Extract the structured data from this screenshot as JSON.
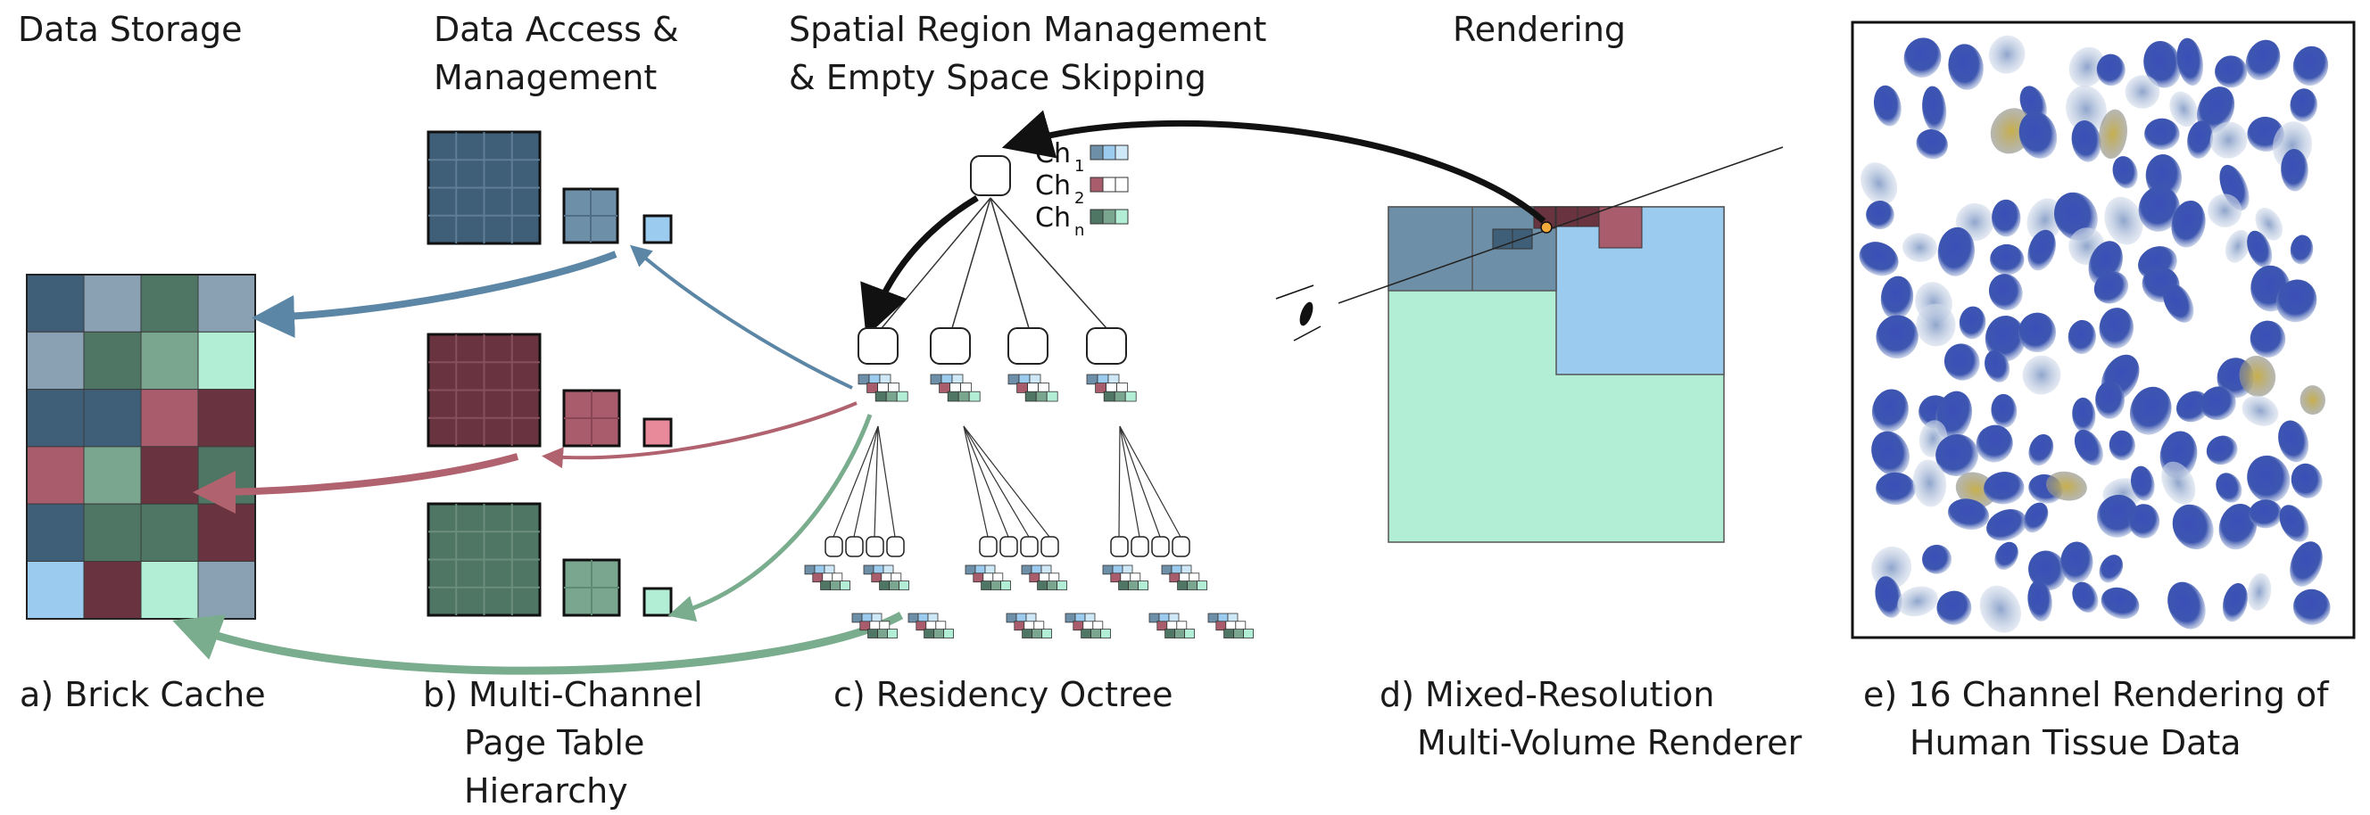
{
  "headers": {
    "storage": "Data Storage",
    "access": [
      "Data Access &",
      "Management"
    ],
    "spatial": [
      "Spatial Region Management",
      "& Empty Space Skipping"
    ],
    "rendering": "Rendering"
  },
  "captions": {
    "a": "a) Brick Cache",
    "b": [
      "b) Multi-Channel",
      "Page Table",
      "Hierarchy"
    ],
    "c": "c) Residency Octree",
    "d": [
      "d) Mixed-Resolution",
      "Multi-Volume Renderer"
    ],
    "e": [
      "e) 16 Channel Rendering of",
      "Human Tissue Data"
    ]
  },
  "channels": [
    {
      "name": "Ch",
      "sub": "1"
    },
    {
      "name": "Ch",
      "sub": "2"
    },
    {
      "name": "Ch",
      "sub": "n"
    }
  ],
  "colors": {
    "blue_dark": "#3f5f78",
    "blue_mid": "#6d8fa8",
    "blue_grey": "#8aa1b3",
    "blue_light": "#9ccbf0",
    "blue_pale": "#cfe8f7",
    "red_dark": "#6a3340",
    "red_mid": "#a95c6b",
    "red_light": "#e98a9a",
    "green_dark": "#4f7564",
    "green_mid": "#7aa58e",
    "green_light": "#b2eed6",
    "arrow_blue": "#5c86a6",
    "arrow_red": "#b0626f",
    "arrow_green": "#7aac8e"
  }
}
